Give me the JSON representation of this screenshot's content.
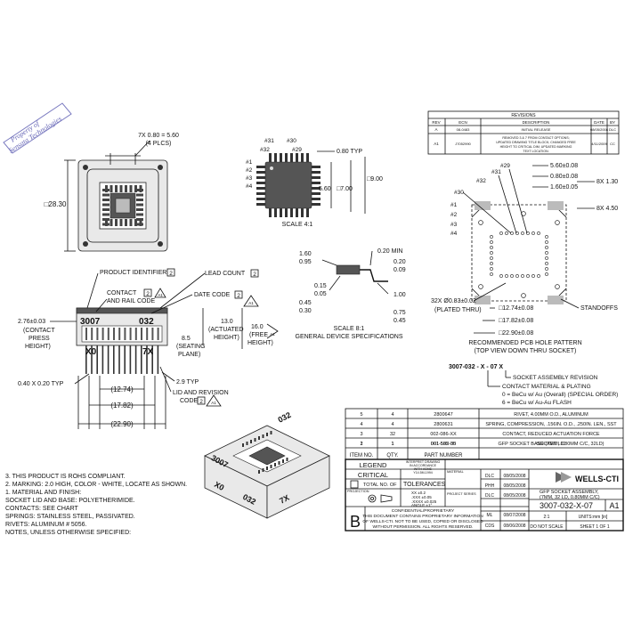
{
  "stamp": {
    "line1": "Property of",
    "line2": "Sensata Technologies"
  },
  "revisions": {
    "title": "REVISIONS",
    "headers": [
      "REV",
      "ECN",
      "DESCRIPTION",
      "DATE",
      "BY"
    ],
    "rows": [
      {
        "rev": "A",
        "ecn": "08-0483",
        "desc": [
          "INITIAL RELEASE"
        ],
        "date": "08/05/2008",
        "by": "DLC"
      },
      {
        "rev": "A1",
        "ecn": "J7052990",
        "desc": [
          "REMOVED 3 & 7 FROM CONTACT OPTIONS;",
          "UPDATED DRAWING TITLE BLOCK; CHANGED FREE",
          "HEIGHT TO CRITICAL DIM; UPDATED MARKING",
          "TEXT LOCATION."
        ],
        "date": "4/11/2009",
        "by": "CC"
      }
    ]
  },
  "top_view": {
    "pitch": "7X 0.80 = 5.60",
    "plcs": "(4 PLCS)",
    "width": "□28.30"
  },
  "device": {
    "pins": [
      "#31",
      "#30",
      "#32",
      "#29",
      "#1",
      "#2",
      "#3",
      "#4"
    ],
    "typ": "0.80 TYP",
    "dim_a": "5.60",
    "dim_b": "□7.00",
    "dim_c": "□9.00",
    "scale": "SCALE 4:1"
  },
  "profile": {
    "min": "0.20 MIN",
    "v1": "1.60",
    "v2": "0.95",
    "v3": "0.20",
    "v4": "0.09",
    "v5": "0.15",
    "v6": "0.05",
    "v7": "1.00",
    "v8": "0.45",
    "v9": "0.30",
    "v10": "0.75",
    "v11": "0.45",
    "scale": "SCALE 8:1",
    "caption": "GENERAL DEVICE SPECIFICATIONS"
  },
  "pcb": {
    "pins": [
      "#31",
      "#29",
      "#32",
      "#30",
      "#1",
      "#2",
      "#3",
      "#4"
    ],
    "d1": "5.60±0.08",
    "d2": "0.80±0.08",
    "d3": "1.60±0.05",
    "c1": "8X 1.30",
    "c2": "8X 4.50",
    "holes": "32X Ø0.83±0.02",
    "plated": "(PLATED THRU)",
    "s1": "□12.74±0.08",
    "s2": "□17.82±0.08",
    "s3": "□22.90±0.08",
    "standoffs": "STANDOFFS",
    "caption1": "RECOMMENDED PCB HOLE PATTERN",
    "caption2": "(TOP VIEW DOWN THRU SOCKET)"
  },
  "side_view": {
    "product_id": "PRODUCT IDENTIFIER",
    "note2": "2",
    "lead_count": "LEAD COUNT",
    "contact1": "CONTACT",
    "contact2": "AND RAIL CODE",
    "date_code": "DATE CODE",
    "rev_a1": "A1",
    "height_top": "2.76±0.03",
    "contact_press_1": "(CONTACT",
    "contact_press_2": "PRESS",
    "contact_press_3": "HEIGHT)",
    "act_1": "13.0",
    "act_2": "(ACTUATED",
    "act_3": "HEIGHT)",
    "free_1": "16.0",
    "free_2": "(FREE",
    "free_3": "HEIGHT)",
    "seat_1": "8.5",
    "seat_2": "(SEATING",
    "seat_3": "PLANE)",
    "mark_a": "3007",
    "mark_b": "032",
    "mark_c": "X0",
    "mark_d": "7X",
    "typ_left": "0.40 X 0.20 TYP",
    "typ_right": "2.9 TYP",
    "lid_1": "LID AND REVISION",
    "lid_2": "CODE",
    "w1": "(12.74)",
    "w2": "(17.82)",
    "w3": "(22.90)"
  },
  "part_number_tree": {
    "pn": "3007-032 - X - 07  X",
    "l1": "SOCKET ASSEMBLY REVISION",
    "l2": "CONTACT MATERIAL & PLATING",
    "l3": "0 = BeCu w/ Au (Overall) (SPECIAL ORDER)",
    "l4": "6 = BeCu w/ Au-Au FLASH"
  },
  "bom": {
    "rows": [
      {
        "item": "5",
        "qty": "4",
        "pn": "2800647",
        "desc": "RIVET, 4.00MM O.D., ALUMINUM"
      },
      {
        "item": "4",
        "qty": "4",
        "pn": "2800631",
        "desc": "SPRING, COMPRESSION, .156IN. O.D., .250IN. LEN., SST"
      },
      {
        "item": "3",
        "qty": "32",
        "pn": "002-086-XX",
        "desc": "CONTACT, REDUCED ACTUATION FORCE"
      },
      {
        "item": "2",
        "qty": "1",
        "pn": "001-582-05",
        "desc": "SOCKET LID"
      },
      {
        "item": "1",
        "qty": "1",
        "pn": "001-595-30",
        "desc": "GFP SOCKET BASE (7MM, 0.80MM C/C, 32LD)"
      }
    ],
    "headers": [
      "ITEM NO.",
      "QTY.",
      "PART NUMBER",
      "DESCRIPTION"
    ]
  },
  "title_block": {
    "legend": "LEGEND",
    "critical": "CRITICAL",
    "total_no": "TOTAL NO. OF",
    "tolerances": "TOLERANCES",
    "interpret": [
      "INTERPRET DRAWING",
      "IN ACCORDANCE",
      "WITH ASME",
      "Y14.5M-1994"
    ],
    "tol_lines": [
      "XX   ±0.2",
      ".XXX ±0.05",
      ".XXXX ±0.025",
      "ANGLE  ±1°"
    ],
    "projection": "PROJECTION",
    "project_series": "PROJECT SERIES",
    "material": "MATERIAL",
    "size": "B",
    "confidential": [
      "CONFIDENTIAL/PROPRIETARY",
      "THIS DOCUMENT CONTAINS PROPRIETARY INFORMATION",
      "OF WELLS-CTI. NOT TO BE USED, COPIED OR DISCLOSED",
      "WITHOUT PERMISSION. ALL RIGHTS RESERVED."
    ],
    "company": "WELLS-CTI",
    "title1": "GFP SOCKET ASSEMBLY,",
    "title2": "(7MM, 32 LD, 0.80MM C/C)",
    "drawn": "DLC",
    "drawn_date": "08/05/2008",
    "checked": "PHH",
    "checked_date": "08/05/2008",
    "eng": "DLC",
    "eng_date": "08/05/2008",
    "mfg": "ML",
    "mfg_date": "08/07/2008",
    "qa": "CDS",
    "qa_date": "08/06/2008",
    "drawing_number": "3007-032-X-07",
    "rev": "A1",
    "scale": "2:1",
    "units": "UNITS:mm [in]",
    "do_not_scale": "DO NOT SCALE",
    "sheet": "SHEET  1  OF  1"
  },
  "notes": [
    "3. THIS PRODUCT IS ROHS COMPLIANT.",
    "2. MARKING: 2.0 HIGH, COLOR - WHITE, LOCATE AS SHOWN.",
    "1. MATERIAL AND FINISH:",
    "    SOCKET LID AND BASE: POLYETHERIMIDE.",
    "    CONTACTS: SEE CHART",
    "    SPRINGS: STAINLESS STEEL, PASSIVATED.",
    "    RIVETS: ALUMINUM # 5056.",
    "NOTES, UNLESS OTHERWISE SPECIFIED:"
  ],
  "iso": {
    "m1": "3007",
    "m2": "032",
    "m3": "X0",
    "m4": "7X"
  }
}
